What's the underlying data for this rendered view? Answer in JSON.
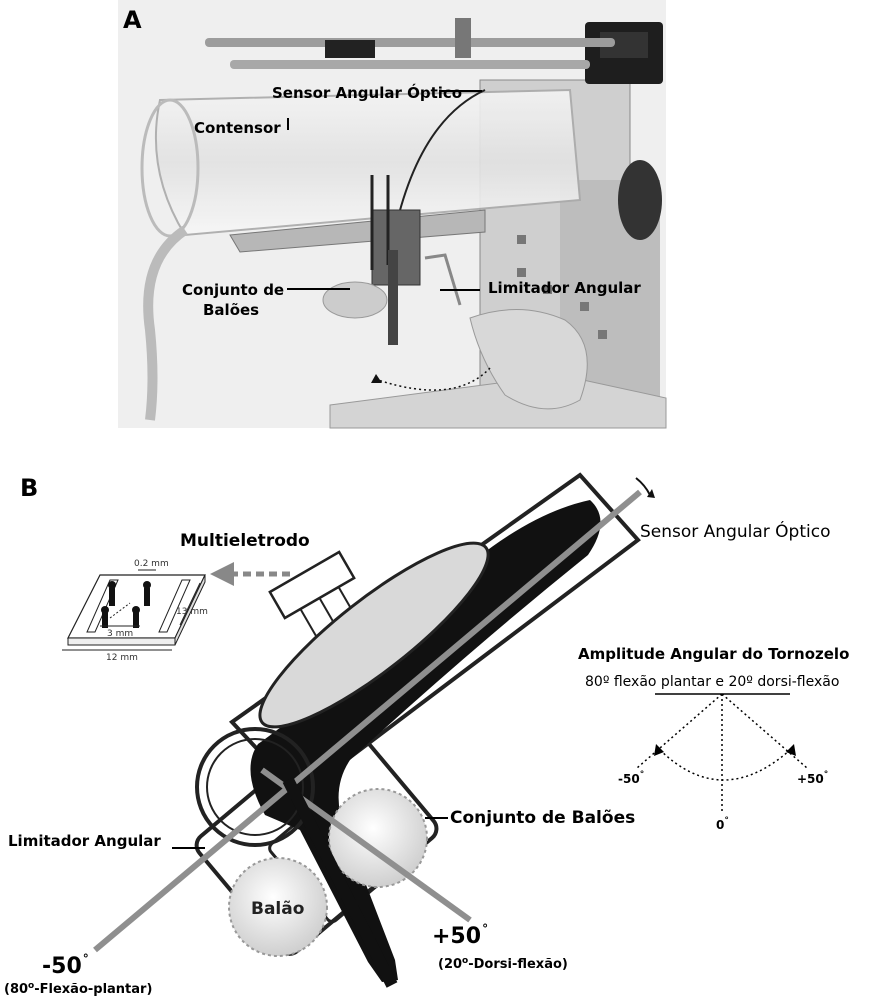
{
  "panels": {
    "a": {
      "letter": "A",
      "labels": {
        "sensor": "Sensor Angular Óptico",
        "contensor": "Contensor",
        "baloes_line1": "Conjunto de",
        "baloes_line2": "Balões",
        "limitador": "Limitador Angular"
      }
    },
    "b": {
      "letter": "B",
      "labels": {
        "multieletrodo": "Multieletrodo",
        "sensor": "Sensor Angular Óptico",
        "baloes": "Conjunto de Balões",
        "limitador": "Limitador Angular",
        "balao": "Balão",
        "minus50": "-50",
        "minus50_sub": "(80",
        "minus50_sub_rest": "-Flexão-plantar)",
        "plus50": "+50",
        "plus50_sub": "(20",
        "plus50_sub_rest": "-Dorsi-flexão)"
      },
      "electrode_dims": {
        "d1": "0.2 mm",
        "d2": "13 mm",
        "d3": "3 mm",
        "d4": "12 mm"
      },
      "amplitude": {
        "title": "Amplitude Angular do Tornozelo",
        "subtitle": "80º flexão plantar e 20º dorsi-flexão",
        "left": "-50",
        "right": "+50",
        "center": "0"
      },
      "degree": "°"
    }
  },
  "colors": {
    "dark": "#111111",
    "grey": "#9a9a9a",
    "lightgrey": "#d9d9d9",
    "photo_bg": "#ededed"
  }
}
